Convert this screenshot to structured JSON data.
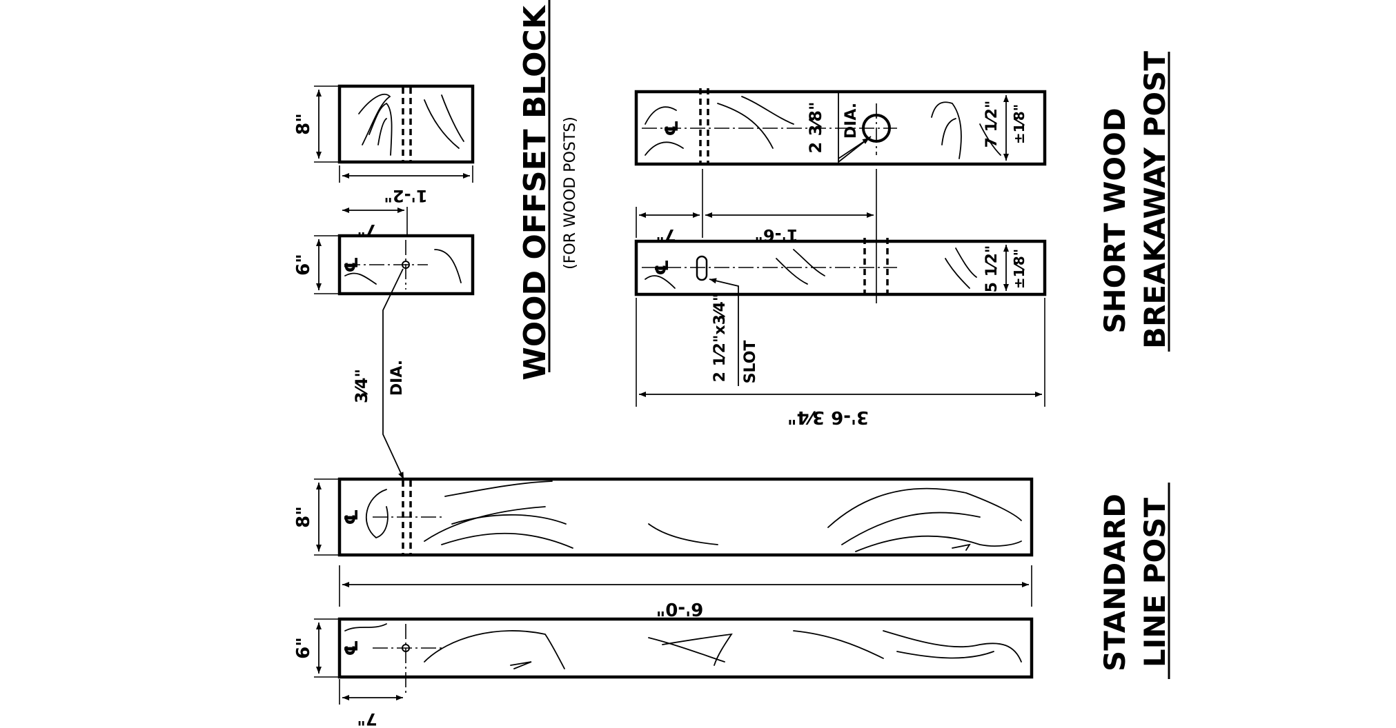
{
  "titles": {
    "block_title": "WOOD OFFSET BLOCK",
    "block_subtitle": "(FOR WOOD POSTS)",
    "breakaway_title_1": "SHORT WOOD",
    "breakaway_title_2": "BREAKAWAY POST",
    "line_post_title_1": "STANDARD",
    "line_post_title_2": "LINE POST"
  },
  "labels": {
    "centerline": "℄"
  },
  "dimensions": {
    "block_width": "8\"",
    "block_length": "1'-2\"",
    "block_hole_offset": "7\"",
    "block_thickness": "6\"",
    "hole_dia_value": "3⁄4\"",
    "hole_dia_label": "DIA.",
    "breakaway_hole_dia_value": "2 3⁄8\"",
    "breakaway_hole_dia_label": "DIA.",
    "breakaway_width_value": "7 1⁄2\"",
    "breakaway_width_tol": "±1⁄8\"",
    "breakaway_offset": "7\"",
    "breakaway_hole_spacing": "1'-6\"",
    "breakaway_thickness_value": "5 1⁄2\"",
    "breakaway_thickness_tol": "±1⁄8\"",
    "slot_size": "2 1⁄2\"x3⁄4\"",
    "slot_label": "SLOT",
    "breakaway_length": "3'-6 3⁄4\"",
    "post_width": "8\"",
    "post_length": "6'-0\"",
    "post_thickness": "6\"",
    "post_hole_offset": "7\""
  }
}
